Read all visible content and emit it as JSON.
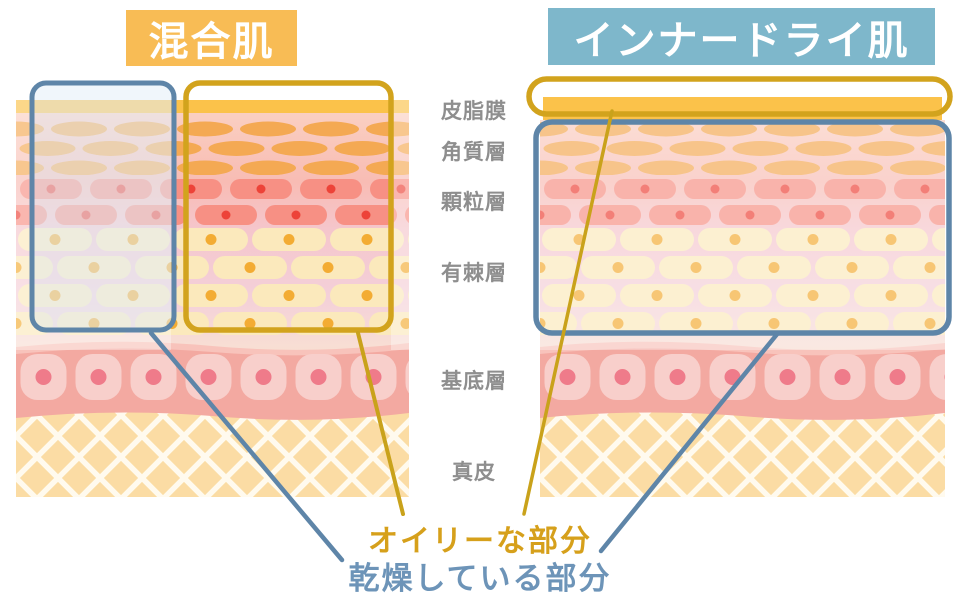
{
  "titles": {
    "left": "混合肌",
    "right": "インナードライ肌"
  },
  "layer_labels": [
    "皮脂膜",
    "角質層",
    "顆粒層",
    "有棘層",
    "基底層",
    "真皮"
  ],
  "legend": {
    "oily": "オイリーな部分",
    "dry": "乾燥している部分"
  },
  "colors": {
    "title_left_bg": "#F8BC55",
    "title_right_bg": "#7EB7CB",
    "accent_gold": "#D2A31D",
    "accent_blue": "#5E85A8",
    "legend_oily_text": "#D6A01B",
    "legend_dry_text": "#6D94B8",
    "label_gray": "#8E8E8E",
    "sebum_band": "#FBC24A",
    "corneum_ellipse": "#F4A953",
    "granular_pill": "#F79084",
    "granular_dot": "#ED4338",
    "spinous_pill": "#FBE9BC",
    "spinous_dot": "#F3AC33",
    "basal_band": "#F3A9A1",
    "basal_cell": "#F8CFCB",
    "basal_dot": "#EF7B8A",
    "dermis_bg": "#FBDCA4"
  }
}
